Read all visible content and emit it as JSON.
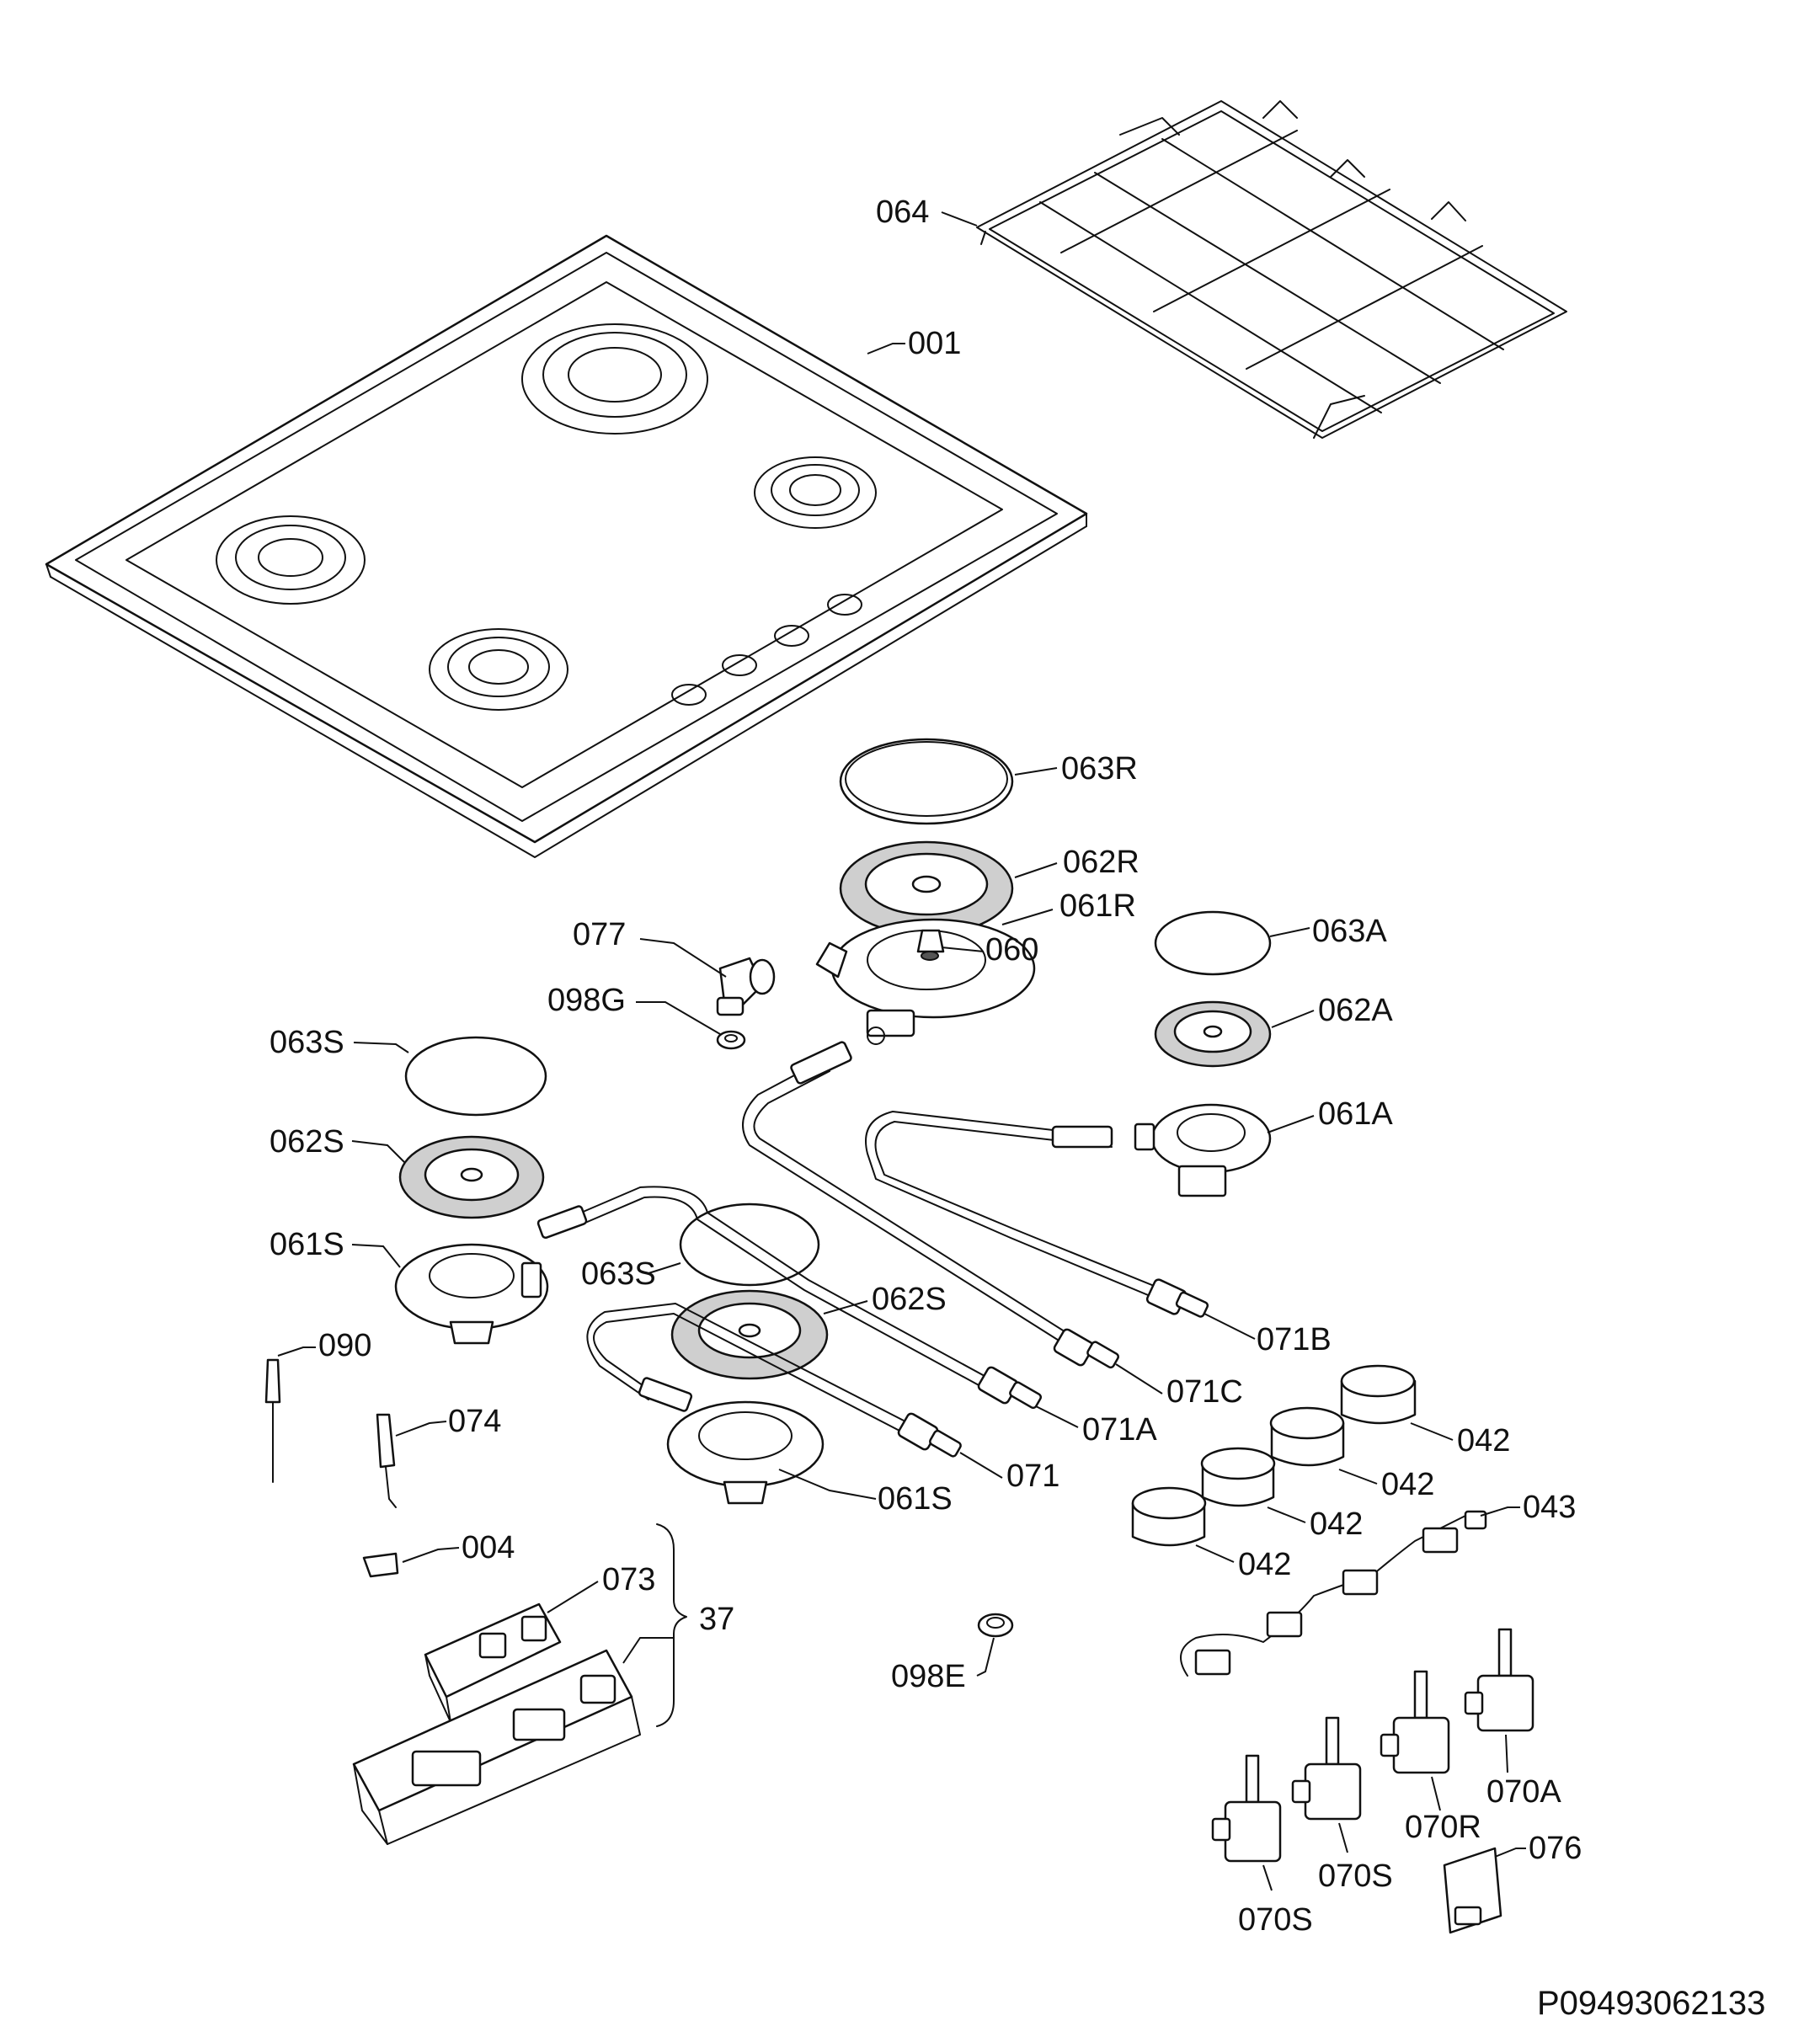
{
  "diagram_code": "P09493062133",
  "labels": {
    "l064": "064",
    "l001": "001",
    "l063R": "063R",
    "l062R": "062R",
    "l061R": "061R",
    "l077": "077",
    "l060": "060",
    "l098G": "098G",
    "l063A": "063A",
    "l062A": "062A",
    "l061A": "061A",
    "l063S_a": "063S",
    "l062S_a": "062S",
    "l061S_a": "061S",
    "l063S_b": "063S",
    "l062S_b": "062S",
    "l061S_b": "061S",
    "l090": "090",
    "l074": "074",
    "l004": "004",
    "l073": "073",
    "l37": "37",
    "l071B": "071B",
    "l071C": "071C",
    "l071A": "071A",
    "l071": "071",
    "l098E": "098E",
    "l042_a": "042",
    "l042_b": "042",
    "l042_c": "042",
    "l042_d": "042",
    "l043": "043",
    "l070A": "070A",
    "l070R": "070R",
    "l070S_a": "070S",
    "l070S_b": "070S",
    "l076": "076"
  }
}
